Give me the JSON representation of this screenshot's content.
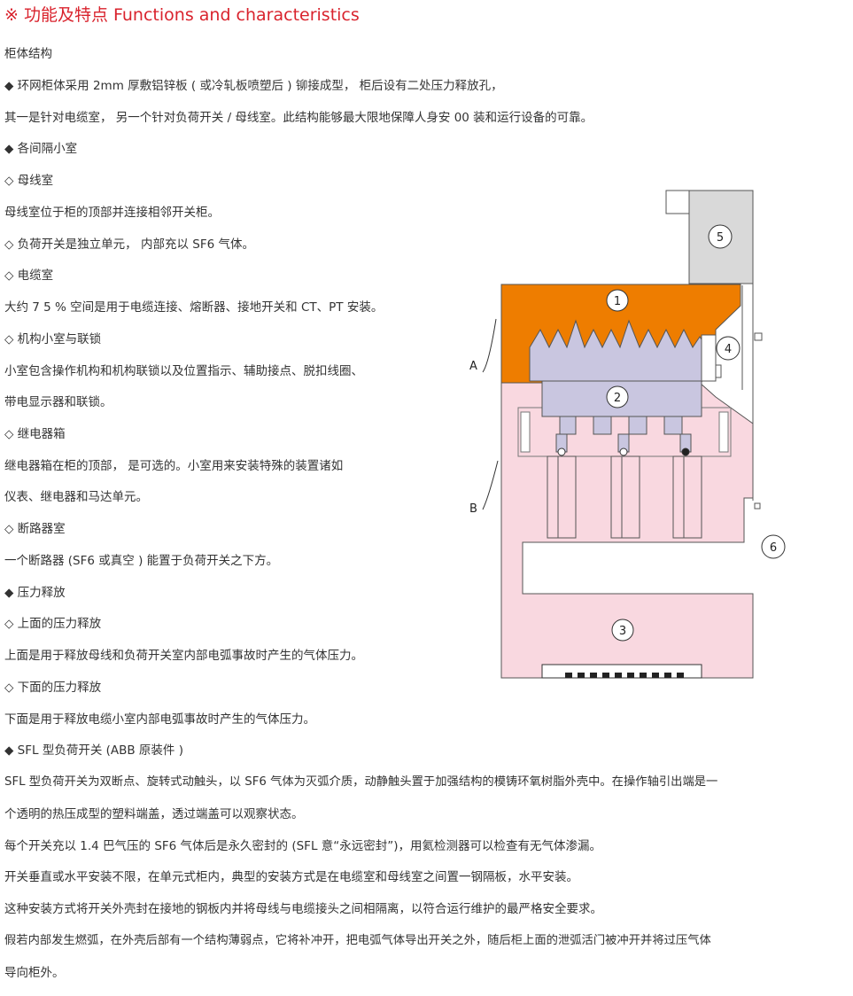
{
  "title": "※ 功能及特点 Functions and characteristics",
  "lines": [
    "柜体结构",
    "◆ 环网柜体采用 2mm 厚敷铝锌板 ( 或冷轧板喷塑后 ) 铆接成型， 柜后设有二处压力释放孔，",
    "其一是针对电缆室， 另一个针对负荷开关 / 母线室。此结构能够最大限地保障人身安 00 装和运行设备的可靠。",
    "◆ 各间隔小室",
    "◇ 母线室",
    "母线室位于柜的顶部并连接相邻开关柜。",
    "◇ 负荷开关是独立单元， 内部充以 SF6 气体。",
    "◇ 电缆室",
    "大约 7 5 % 空间是用于电缆连接、熔断器、接地开关和 CT、PT 安装。",
    "◇ 机构小室与联锁",
    "小室包含操作机构和机构联锁以及位置指示、辅助接点、脱扣线圈、",
    "带电显示器和联锁。",
    "◇ 继电器箱",
    "继电器箱在柜的顶部， 是可选的。小室用来安装特殊的装置诸如",
    "仪表、继电器和马达单元。",
    "◇ 断路器室",
    "一个断路器 (SF6 或真空 ) 能置于负荷开关之下方。",
    "◆ 压力释放",
    "◇ 上面的压力释放",
    "上面是用于释放母线和负荷开关室内部电弧事故时产生的气体压力。",
    "◇ 下面的压力释放",
    "下面是用于释放电缆小室内部电弧事故时产生的气体压力。",
    "◆ SFL 型负荷开关 (ABB 原装件 )",
    "SFL 型负荷开关为双断点、旋转式动触头，以 SF6 气体为灭弧介质，动静触头置于加强结构的模铸环氧树脂外壳中。在操作轴引出端是一",
    "个透明的热压成型的塑料端盖，透过端盖可以观察状态。",
    "每个开关充以 1.4 巴气压的 SF6 气体后是永久密封的 (SFL 意“永远密封”)，用氦检测器可以检查有无气体渗漏。",
    "开关垂直或水平安装不限，在单元式柜内，典型的安装方式是在电缆室和母线室之间置一钢隔板，水平安装。",
    "这种安装方式将开关外壳封在接地的钢板内并将母线与电缆接头之间相隔离，以符合运行维护的最严格安全要求。",
    "假若内部发生燃弧，在外壳后部有一个结构薄弱点，它将补冲开，把电弧气体导出开关之外，随后柜上面的泄弧活门被冲开并将过压气体",
    "导向柜外。"
  ],
  "diagram": {
    "labels": [
      "1",
      "2",
      "3",
      "4",
      "5",
      "6"
    ],
    "side_labels": [
      "A",
      "B"
    ],
    "colors": {
      "orange": "#ee7d00",
      "pink": "#f9d8e0",
      "lavender": "#c9c6e0",
      "grey": "#d9d9d9"
    }
  }
}
